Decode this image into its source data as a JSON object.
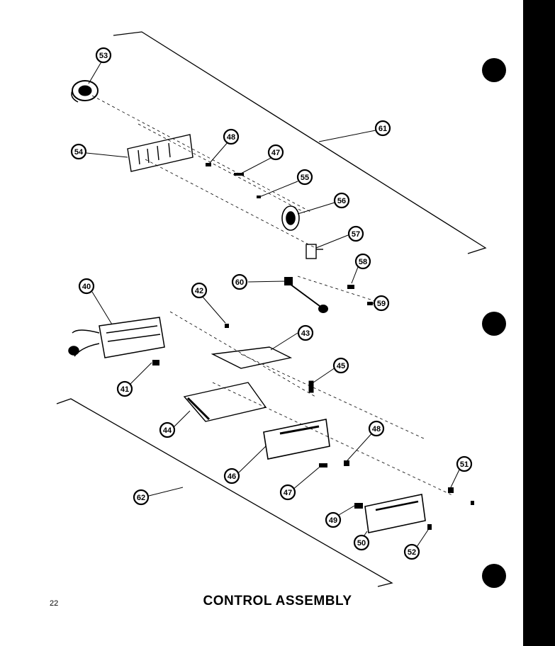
{
  "page": {
    "number": "22",
    "title": "CONTROL ASSEMBLY"
  },
  "callouts": [
    {
      "id": "c53",
      "label": "53"
    },
    {
      "id": "c54",
      "label": "54"
    },
    {
      "id": "c48a",
      "label": "48"
    },
    {
      "id": "c47a",
      "label": "47"
    },
    {
      "id": "c55",
      "label": "55"
    },
    {
      "id": "c61",
      "label": "61"
    },
    {
      "id": "c56",
      "label": "56"
    },
    {
      "id": "c57",
      "label": "57"
    },
    {
      "id": "c58",
      "label": "58"
    },
    {
      "id": "c59",
      "label": "59"
    },
    {
      "id": "c60",
      "label": "60"
    },
    {
      "id": "c40",
      "label": "40"
    },
    {
      "id": "c42",
      "label": "42"
    },
    {
      "id": "c43",
      "label": "43"
    },
    {
      "id": "c45",
      "label": "45"
    },
    {
      "id": "c41",
      "label": "41"
    },
    {
      "id": "c44",
      "label": "44"
    },
    {
      "id": "c48b",
      "label": "48"
    },
    {
      "id": "c46",
      "label": "46"
    },
    {
      "id": "c47b",
      "label": "47"
    },
    {
      "id": "c51",
      "label": "51"
    },
    {
      "id": "c62",
      "label": "62"
    },
    {
      "id": "c49",
      "label": "49"
    },
    {
      "id": "c50",
      "label": "50"
    },
    {
      "id": "c52",
      "label": "52"
    }
  ]
}
